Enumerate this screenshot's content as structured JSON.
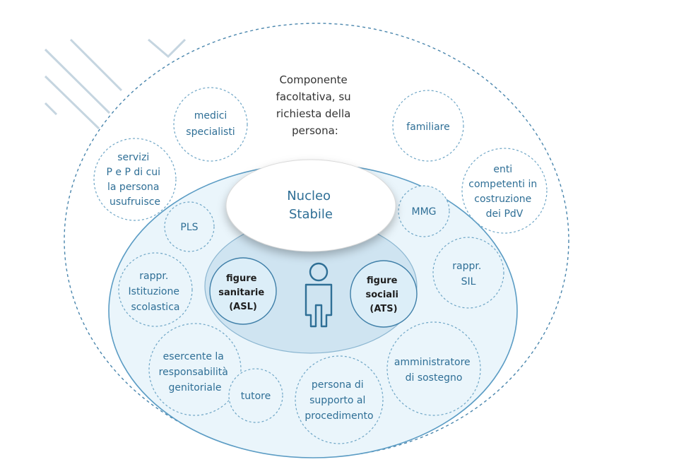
{
  "header": {
    "lines": [
      "Componente",
      "facoltativa, su",
      "richiesta della",
      "persona:"
    ]
  },
  "nucleo": {
    "lines": [
      "Nucleo",
      "Stabile"
    ]
  },
  "core": {
    "left": [
      "figure",
      "sanitarie",
      "(ASL)"
    ],
    "right": [
      "figure",
      "sociali",
      "(ATS)"
    ]
  },
  "optional": [
    {
      "key": "medici",
      "lines": [
        "medici",
        "specialisti"
      ]
    },
    {
      "key": "familiare",
      "lines": [
        "familiare"
      ]
    },
    {
      "key": "servizi",
      "lines": [
        "servizi",
        "P e P di cui",
        "la persona",
        "usufruisce"
      ]
    },
    {
      "key": "enti",
      "lines": [
        "enti",
        "competenti in",
        "costruzione",
        "dei PdV"
      ]
    }
  ],
  "inner": [
    {
      "key": "pls",
      "lines": [
        "PLS"
      ]
    },
    {
      "key": "mmg",
      "lines": [
        "MMG"
      ]
    },
    {
      "key": "istituzione",
      "lines": [
        "rappr.",
        "Istituzione",
        "scolastica"
      ]
    },
    {
      "key": "sil",
      "lines": [
        "rappr.",
        "SIL"
      ]
    },
    {
      "key": "esercente",
      "lines": [
        "esercente la",
        "responsabilità",
        "genitoriale"
      ]
    },
    {
      "key": "tutore",
      "lines": [
        "tutore"
      ]
    },
    {
      "key": "supporto",
      "lines": [
        "persona di",
        "supporto al",
        "procedimento"
      ]
    },
    {
      "key": "amministratore",
      "lines": [
        "amministratore",
        "di sostegno"
      ]
    }
  ],
  "icons": {
    "person": "person-icon",
    "decor": "diagonal-stripes"
  },
  "colors": {
    "accent": "#2f6f96",
    "border": "#6fa6c6",
    "fill_light": "#eaf5fb",
    "fill_mid": "#cfe4f1"
  }
}
